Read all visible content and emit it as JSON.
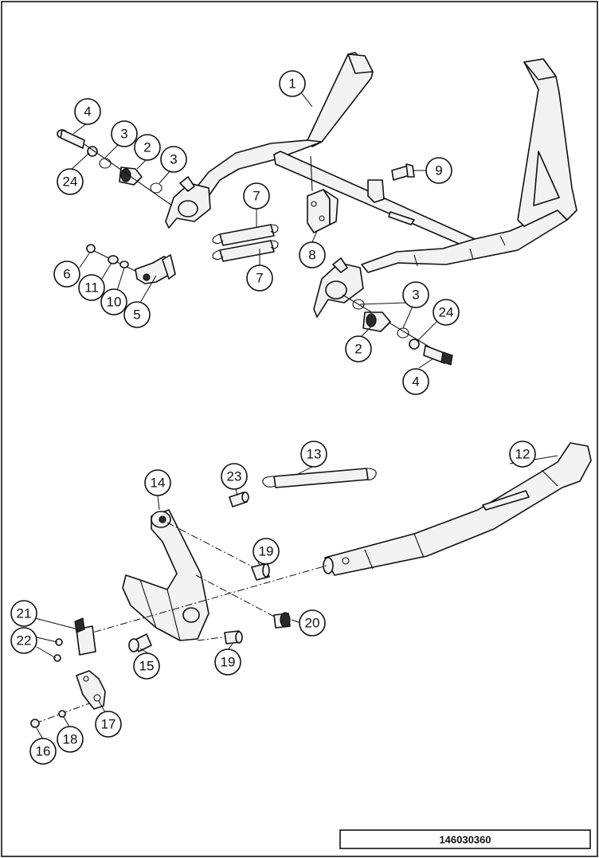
{
  "diagram": {
    "reference_number": "146030360",
    "callouts": [
      {
        "id": "c1",
        "label": "1"
      },
      {
        "id": "c2a",
        "label": "2"
      },
      {
        "id": "c2b",
        "label": "2"
      },
      {
        "id": "c3a",
        "label": "3"
      },
      {
        "id": "c3b",
        "label": "3"
      },
      {
        "id": "c3c",
        "label": "3"
      },
      {
        "id": "c4a",
        "label": "4"
      },
      {
        "id": "c4b",
        "label": "4"
      },
      {
        "id": "c24a",
        "label": "24"
      },
      {
        "id": "c24b",
        "label": "24"
      },
      {
        "id": "c5",
        "label": "5"
      },
      {
        "id": "c6",
        "label": "6"
      },
      {
        "id": "c7a",
        "label": "7"
      },
      {
        "id": "c7b",
        "label": "7"
      },
      {
        "id": "c8",
        "label": "8"
      },
      {
        "id": "c9",
        "label": "9"
      },
      {
        "id": "c10",
        "label": "10"
      },
      {
        "id": "c11",
        "label": "11"
      },
      {
        "id": "c12",
        "label": "12"
      },
      {
        "id": "c13",
        "label": "13"
      },
      {
        "id": "c14",
        "label": "14"
      },
      {
        "id": "c15",
        "label": "15"
      },
      {
        "id": "c16",
        "label": "16"
      },
      {
        "id": "c17",
        "label": "17"
      },
      {
        "id": "c18",
        "label": "18"
      },
      {
        "id": "c19a",
        "label": "19"
      },
      {
        "id": "c19b",
        "label": "19"
      },
      {
        "id": "c20",
        "label": "20"
      },
      {
        "id": "c21",
        "label": "21"
      },
      {
        "id": "c22",
        "label": "22"
      },
      {
        "id": "c23",
        "label": "23"
      }
    ]
  }
}
